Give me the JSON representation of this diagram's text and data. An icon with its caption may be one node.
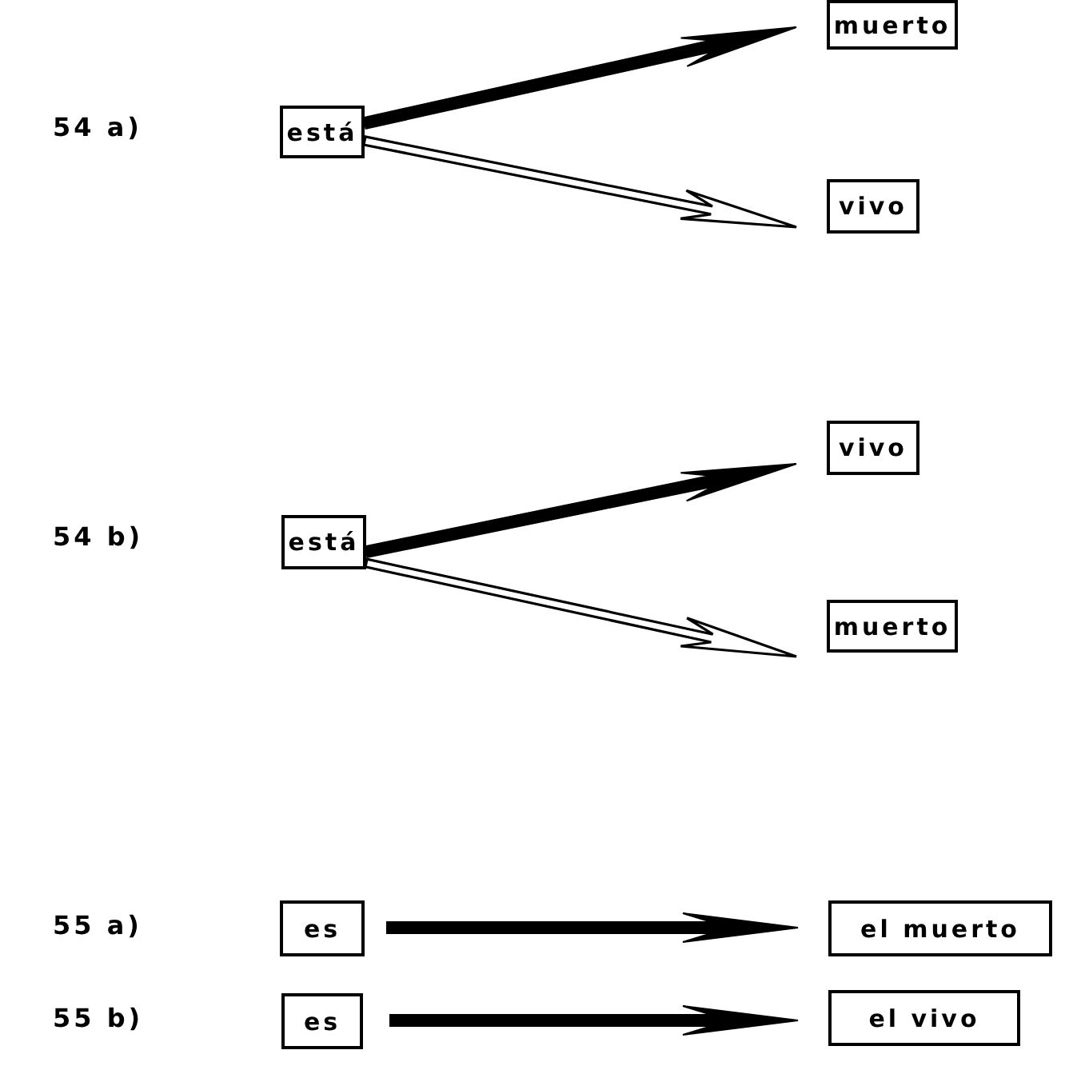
{
  "diagram": {
    "nodes": [
      {
        "text": [
          "está"
        ]
      },
      {
        "text": [
          "muerto"
        ]
      },
      {
        "text": [
          "vivo"
        ]
      },
      {
        "text": [
          "está"
        ]
      },
      {
        "text": [
          "vivo"
        ]
      },
      {
        "text": [
          "muerto"
        ]
      },
      {
        "text": [
          "es"
        ]
      },
      {
        "text": [
          "el muerto"
        ]
      },
      {
        "text": [
          "es"
        ]
      },
      {
        "text": [
          "el vivo"
        ]
      }
    ],
    "edges": [
      {
        "from": 0,
        "to": 1,
        "arrow": "to",
        "style": "thick"
      },
      {
        "from": 0,
        "to": 2,
        "arrow": "to"
      },
      {
        "from": 3,
        "to": 4,
        "arrow": "to",
        "style": "thick"
      },
      {
        "from": 3,
        "to": 5,
        "arrow": "to"
      },
      {
        "from": 6,
        "to": 7,
        "arrow": "to",
        "style": "thick"
      },
      {
        "from": 8,
        "to": 9,
        "arrow": "to",
        "style": "thick"
      }
    ],
    "labels": [
      "54 a)",
      "54 b)",
      "55 a)",
      "55 b)"
    ]
  }
}
